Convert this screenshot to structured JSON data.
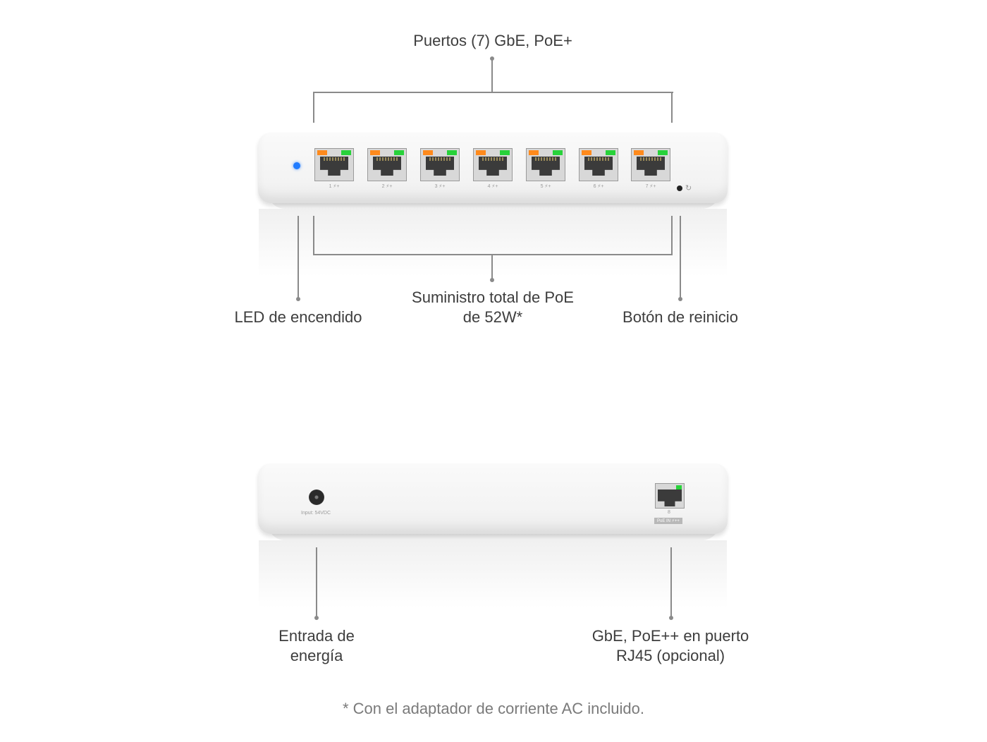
{
  "front": {
    "ports_label": "Puertos (7) GbE, PoE+",
    "led_label": "LED de encendido",
    "poe_label_line1": "Suministro total de PoE",
    "poe_label_line2": "de 52W*",
    "reset_label": "Botón de reinicio",
    "port_numbers": [
      "1 ⚡+",
      "2 ⚡+",
      "3 ⚡+",
      "4 ⚡+",
      "5 ⚡+",
      "6 ⚡+",
      "7 ⚡+"
    ],
    "reset_icon": "reset-icon"
  },
  "back": {
    "power_label_line1": "Entrada de",
    "power_label_line2": "energía",
    "rj45_label_line1": "GbE, PoE++ en puerto",
    "rj45_label_line2": "RJ45 (opcional)",
    "jack_text": "Input: 54VDC",
    "port_number": "8",
    "port_badge": "PoE IN ⚡++"
  },
  "footnote": "* Con el adaptador de corriente AC incluido.",
  "colors": {
    "led": "#1f7bff",
    "port_left_indicator": "#ff8a1c",
    "port_right_indicator": "#28d23a",
    "callout_line": "#8a8a8a"
  }
}
